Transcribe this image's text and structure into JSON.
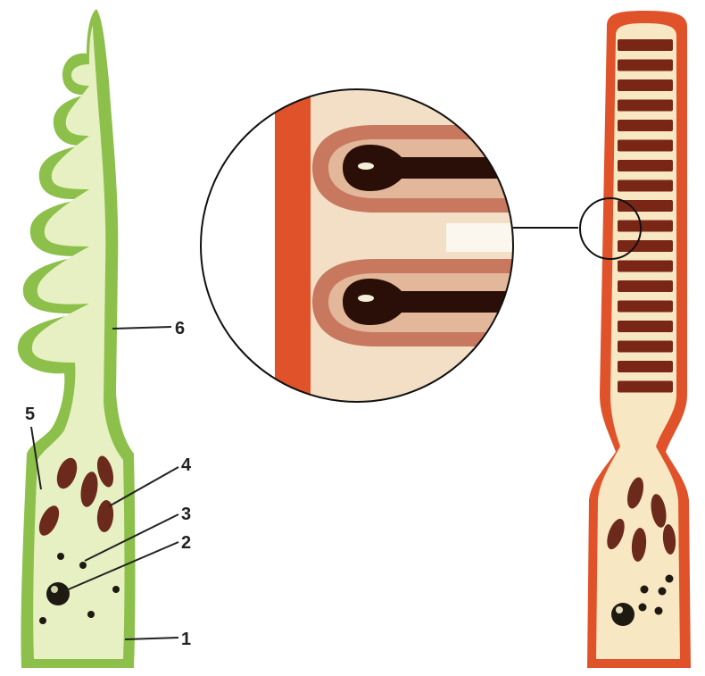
{
  "figure": {
    "labels": {
      "l1": "1",
      "l2": "2",
      "l3": "3",
      "l4": "4",
      "l5": "5",
      "l6": "6"
    },
    "colors": {
      "green_cell_outer": "#8cc04a",
      "green_cell_inner": "#e6f0c2",
      "red_cell_outer": "#e0522a",
      "red_cell_inner": "#f7e7c2",
      "disc": "#7a2616",
      "organelle": "#6b2a1c",
      "nucleus": "#1e1a12"
    }
  }
}
